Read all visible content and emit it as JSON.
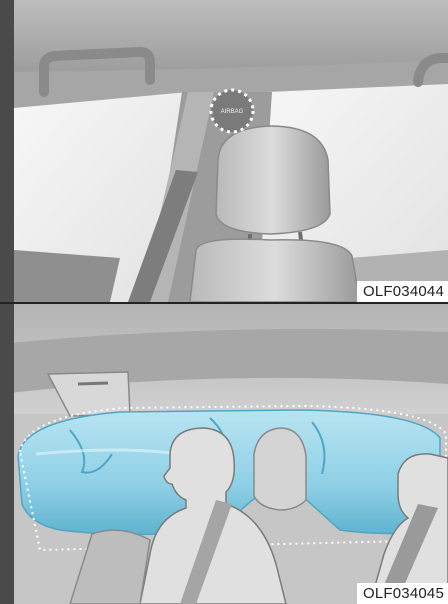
{
  "panels": [
    {
      "code": "OLF034044",
      "airbag_label": "AIRBAG"
    },
    {
      "code": "OLF034045"
    }
  ],
  "colors": {
    "interior_gray": "#cfcfcf",
    "airbag_blue": "#8fd0e6",
    "airbag_blue_dark": "#4fa6c4",
    "marker_white": "#ffffff"
  },
  "icons": [
    "grab-handle",
    "airbag-marker-circle",
    "headrest",
    "seat",
    "occupant-silhouette",
    "curtain-airbag"
  ]
}
